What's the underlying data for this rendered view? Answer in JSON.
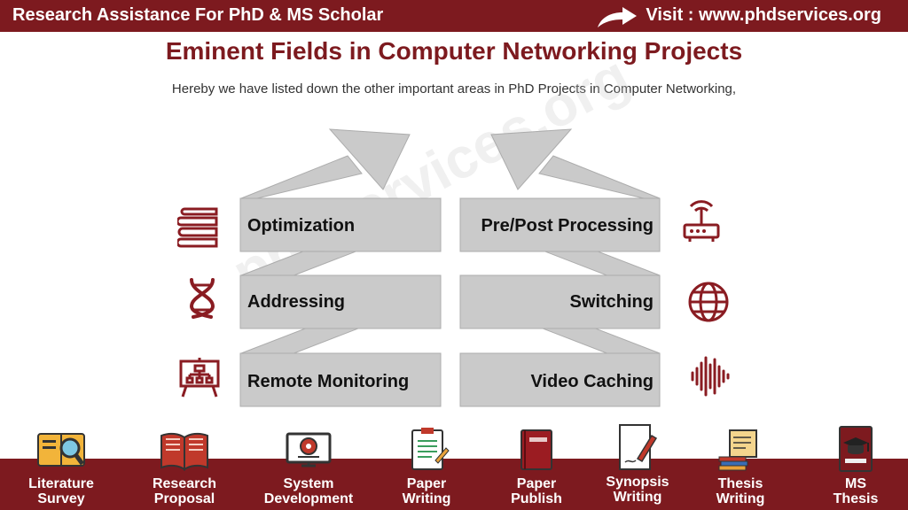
{
  "header": {
    "left_text": "Research Assistance For PhD & MS Scholar",
    "right_text": "Visit : www.phdservices.org",
    "arrow_icon": "curved-arrow-icon"
  },
  "title": "Eminent Fields in Computer Networking Projects",
  "subtitle": "Hereby we have listed down the other important areas in PhD Projects in Computer Networking,",
  "watermark": "phdservices.org",
  "fields": {
    "left": [
      {
        "label": "Optimization",
        "icon": "books-icon"
      },
      {
        "label": "Addressing",
        "icon": "dna-icon"
      },
      {
        "label": "Remote Monitoring",
        "icon": "presentation-board-icon"
      }
    ],
    "right": [
      {
        "label": "Pre/Post Processing",
        "icon": "router-icon"
      },
      {
        "label": "Switching",
        "icon": "globe-icon"
      },
      {
        "label": "Video Caching",
        "icon": "sound-wave-icon"
      }
    ]
  },
  "colors": {
    "brand": "#7d1a1f",
    "box_fill": "#c8c8c8",
    "box_stroke": "#a8a8a8"
  },
  "services": [
    {
      "line1": "Literature",
      "line2": "Survey",
      "icon": "magnifier-book-icon"
    },
    {
      "line1": "Research",
      "line2": "Proposal",
      "icon": "open-book-icon"
    },
    {
      "line1": "System",
      "line2": "Development",
      "icon": "computer-monitor-icon"
    },
    {
      "line1": "Paper",
      "line2": "Writing",
      "icon": "clipboard-icon"
    },
    {
      "line1": "Paper",
      "line2": "Publish",
      "icon": "journal-icon"
    },
    {
      "line1": "Synopsis",
      "line2": "Writing",
      "icon": "pen-paper-icon"
    },
    {
      "line1": "Thesis",
      "line2": "Writing",
      "icon": "scroll-icon"
    },
    {
      "line1": "MS",
      "line2": "Thesis",
      "icon": "graduation-book-icon"
    }
  ]
}
